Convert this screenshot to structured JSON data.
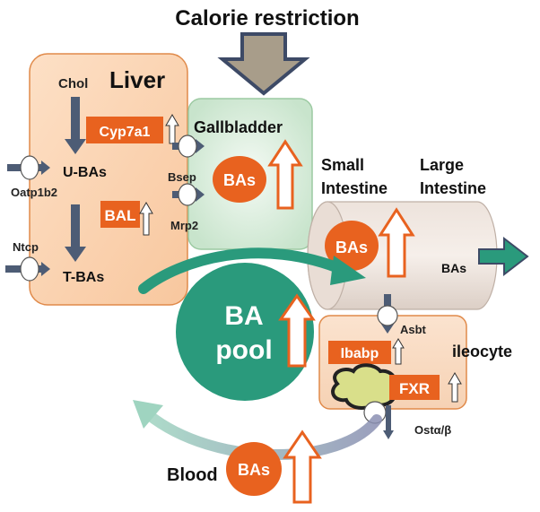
{
  "title": "Calorie restriction",
  "liver": {
    "label": "Liver",
    "chol": "Chol",
    "cyp7a1": "Cyp7a1",
    "u_bas": "U-BAs",
    "bal": "BAL",
    "t_bas": "T-BAs",
    "oatp1b2": "Oatp1b2",
    "ntcp": "Ntcp",
    "bsep": "Bsep",
    "mrp2": "Mrp2"
  },
  "gallbladder": {
    "label": "Gallbladder",
    "bas": "BAs"
  },
  "small_intestine": {
    "line1": "Small",
    "line2": "Intestine",
    "bas": "BAs"
  },
  "large_intestine": {
    "line1": "Large",
    "line2": "Intestine",
    "bas": "BAs"
  },
  "ba_pool": {
    "line1": "BA",
    "line2": "pool"
  },
  "ileocyte": {
    "label": "ileocyte",
    "asbt": "Asbt",
    "ibabp": "Ibabp",
    "fxr": "FXR",
    "ost": "Ostα/β"
  },
  "blood": {
    "label": "Blood",
    "bas": "BAs"
  },
  "colors": {
    "orange": "#e8621f",
    "liver_fill": "#fad2b0",
    "gallbladder_fill": "#d3ead6",
    "teal": "#2a9a7c",
    "arrow_gray_blue": "#4d5c75",
    "title_arrow": "#a89d8a"
  }
}
